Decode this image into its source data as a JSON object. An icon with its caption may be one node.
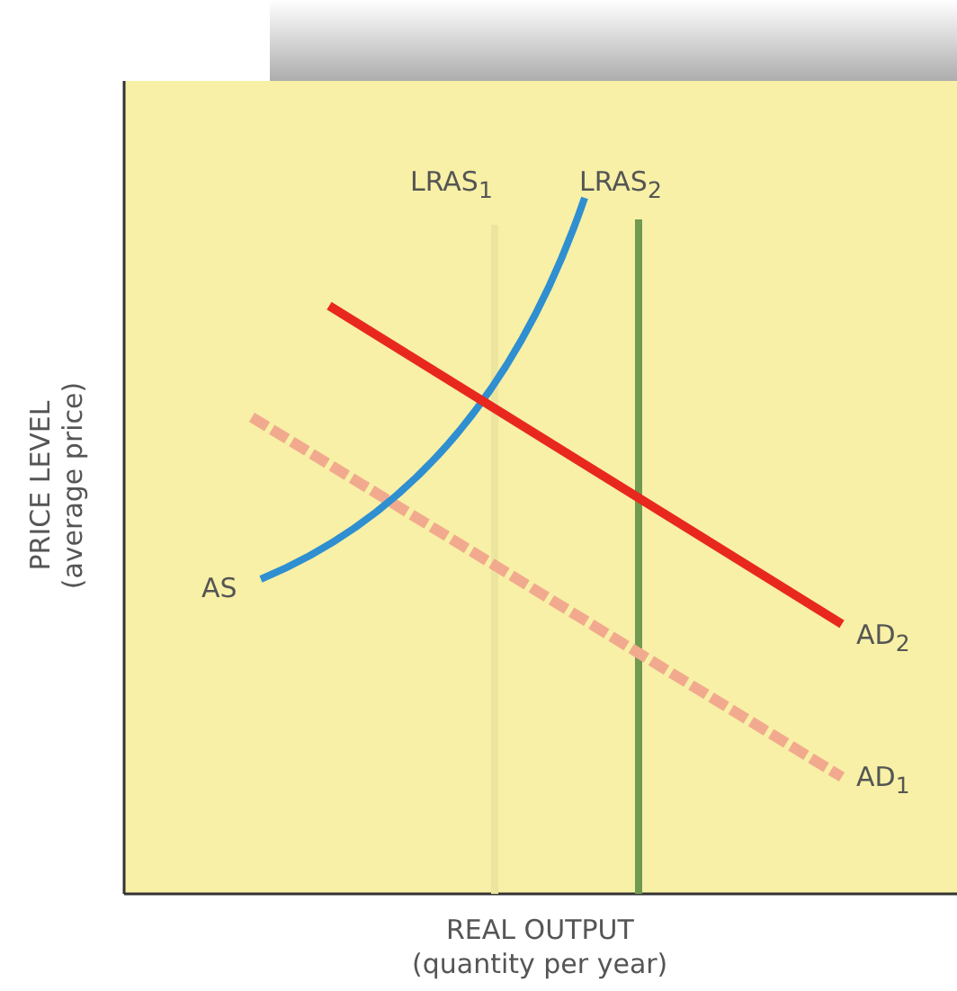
{
  "diagram": {
    "labels": [
      "LRAS$_{1}$",
      "LRAS$_{2}$",
      "AS",
      "AD$_{2}$",
      "AD$_{1}$",
      "PRICE LEVEL",
      "(average price)",
      "REAL OUTPUT",
      "(quantity per year)"
    ]
  }
}
